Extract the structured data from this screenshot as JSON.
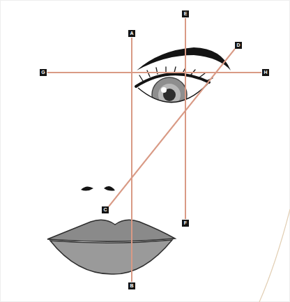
{
  "diagram": {
    "labels": [
      "E",
      "A",
      "D",
      "G",
      "H",
      "C",
      "F",
      "B"
    ]
  }
}
